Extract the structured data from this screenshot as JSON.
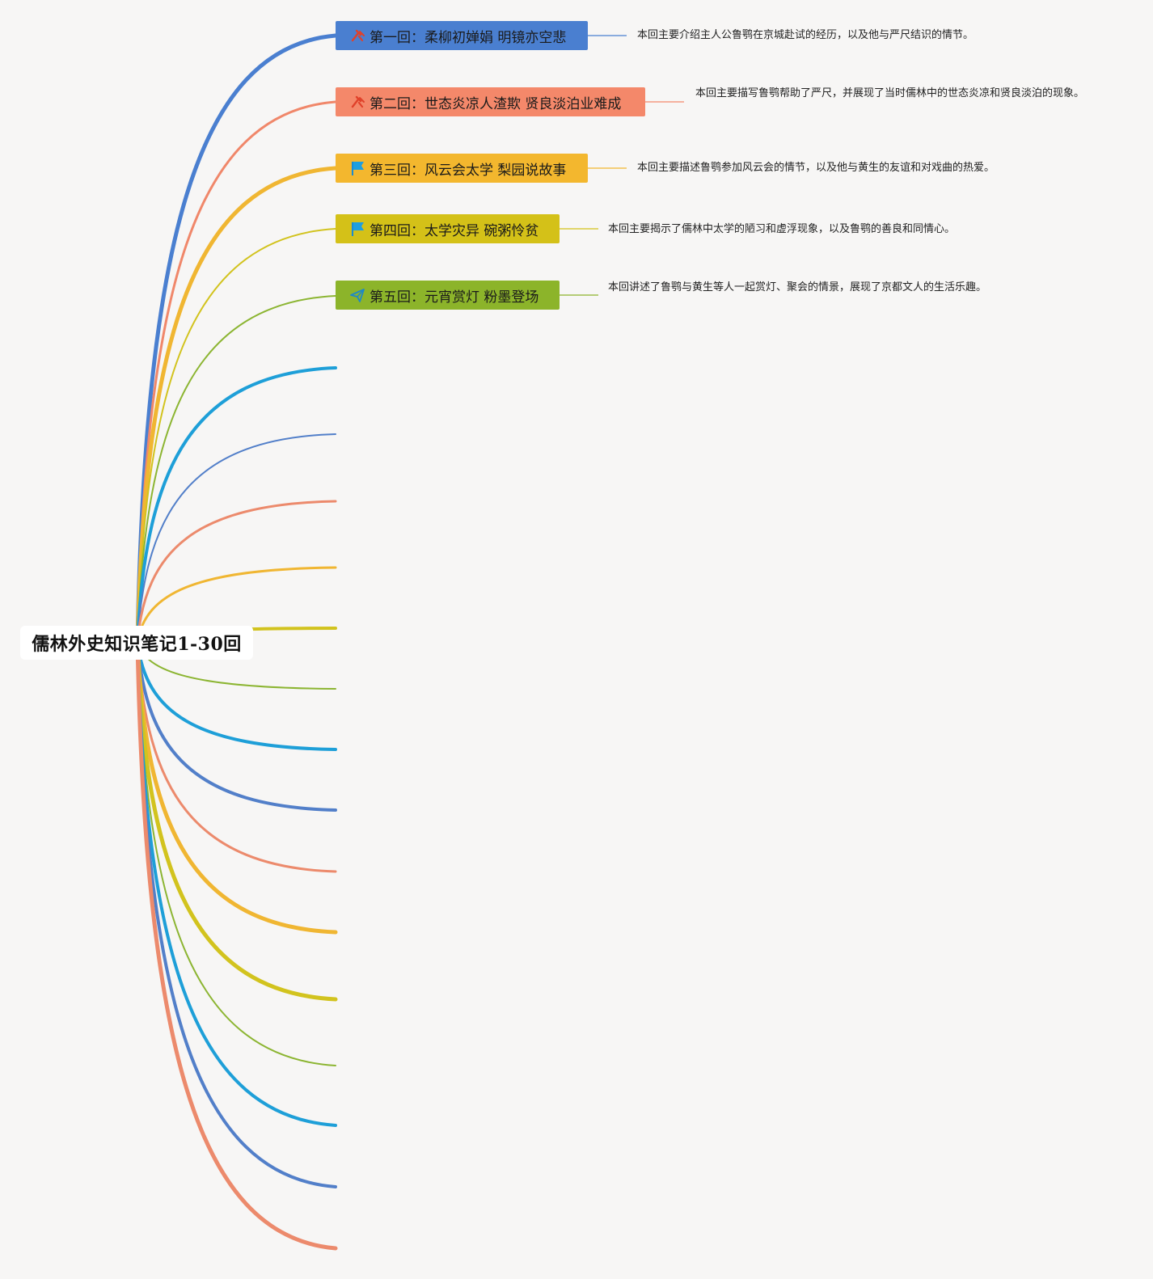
{
  "mindmap": {
    "root": {
      "title": "儒林外史知识笔记1-30回"
    },
    "colors": {
      "blue": "#4a7fd0",
      "orange": "#f0876a",
      "yellow": "#f0b632",
      "olive": "#d2c31e",
      "green": "#8cb532",
      "cyan": "#1e9fd8",
      "mid_blue": "#527fc9",
      "salmon": "#ec8a6c"
    },
    "topics": [
      {
        "label": "第一回：柔柳初婵娟 明镜亦空悲",
        "icon": "hammers-icon",
        "color": "#4a7fd0",
        "description": "本回主要介绍主人公鲁鹗在京城赴试的经历，以及他与严尺结识的情节。"
      },
      {
        "label": "第二回：世态炎凉人渣欺 贤良淡泊业难成",
        "icon": "hammers-icon",
        "color": "#f4886a",
        "description": "本回主要描写鲁鹗帮助了严尺，并展现了当时儒林中的世态炎凉和贤良淡泊的现象。"
      },
      {
        "label": "第三回：风云会太学 梨园说故事",
        "icon": "flag-icon",
        "color": "#f3b72e",
        "description": "本回主要描述鲁鹗参加风云会的情节，以及他与黄生的友谊和对戏曲的热爱。"
      },
      {
        "label": "第四回：太学灾异 碗粥怜贫",
        "icon": "flag-icon",
        "color": "#d4c118",
        "description": "本回主要揭示了儒林中太学的陋习和虚浮现象，以及鲁鹗的善良和同情心。"
      },
      {
        "label": "第五回：元宵赏灯 粉墨登场",
        "icon": "paper-plane-icon",
        "color": "#8cb42a",
        "description": "本回讲述了鲁鹗与黄生等人一起赏灯、聚会的情景，展现了京都文人的生活乐趣。"
      }
    ]
  }
}
